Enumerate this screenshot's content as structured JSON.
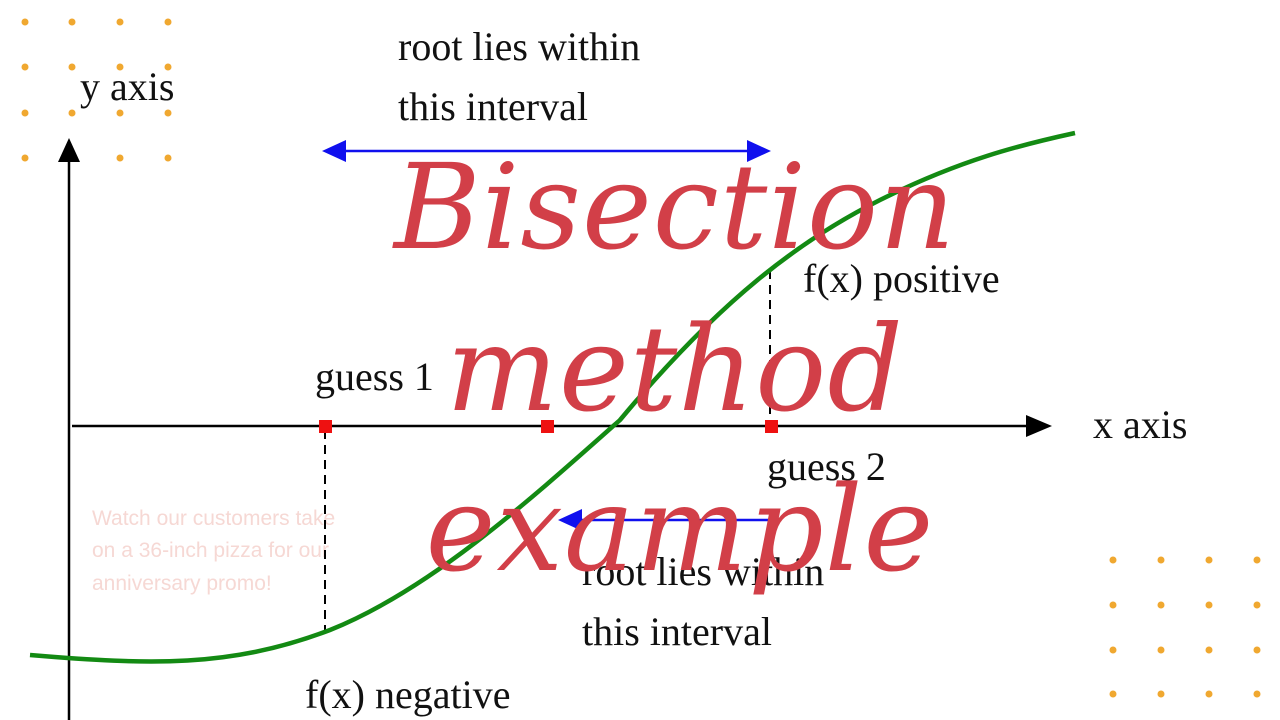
{
  "diagram": {
    "y_axis_label": "y axis",
    "x_axis_label": "x axis",
    "guess1_label": "guess 1",
    "guess2_label": "guess 2",
    "positive_label": "f(x) positive",
    "negative_label": "f(x) negative",
    "top_interval_line1": "root lies within",
    "top_interval_line2": "this interval",
    "bottom_interval_line1": "root lies within",
    "bottom_interval_line2": "this interval"
  },
  "overlay": {
    "title_line1": "Bisection",
    "title_line2": "method",
    "title_line3": "example"
  },
  "promo": {
    "line1": "Watch our customers take",
    "line2": "on a 36-inch pizza for our",
    "line3": "anniversary promo!"
  },
  "colors": {
    "curve": "#138a13",
    "arrow": "#1010ee",
    "point": "#ee1111",
    "title": "#d23f48",
    "dots": "#f0a830",
    "axis": "#000000"
  }
}
